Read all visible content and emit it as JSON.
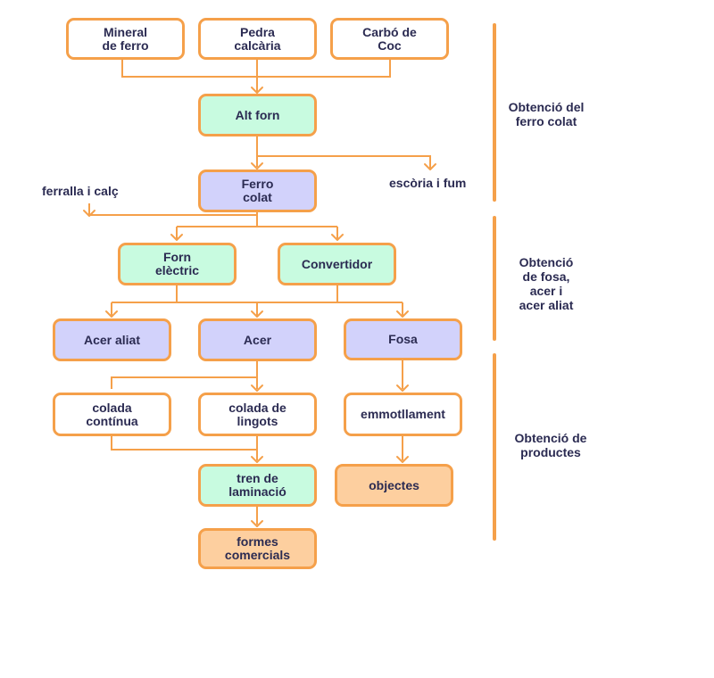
{
  "colors": {
    "border": "#f5a04a",
    "text": "#2b2b52",
    "green_fill": "#c8fbe0",
    "purple_fill": "#d2d2fb",
    "peach_fill": "#fdcf9f",
    "white_fill": "#ffffff"
  },
  "nodes": {
    "mineral": "Mineral\nde ferro",
    "pedra": "Pedra\ncalcària",
    "carbo": "Carbó de\nCoc",
    "alt_forn": "Alt forn",
    "ferro_colat": "Ferro\ncolat",
    "forn_electric": "Forn\nelèctric",
    "convertidor": "Convertidor",
    "acer_aliat": "Acer aliat",
    "acer": "Acer",
    "fosa": "Fosa",
    "colada_continua": "colada\ncontínua",
    "colada_lingots": "colada de\nlingots",
    "emmotllament": "emmotllament",
    "tren": "tren de\nlaminació",
    "objectes": "objectes",
    "formes": "formes\ncomercials"
  },
  "labels": {
    "ferralla": "ferralla i calç",
    "escoria": "escòria i fum"
  },
  "phases": {
    "phase1": "Obtenció del\nferro colat",
    "phase2": "Obtenció\nde fosa,\nacer i\nacer aliat",
    "phase3": "Obtenció de\nproductes"
  }
}
